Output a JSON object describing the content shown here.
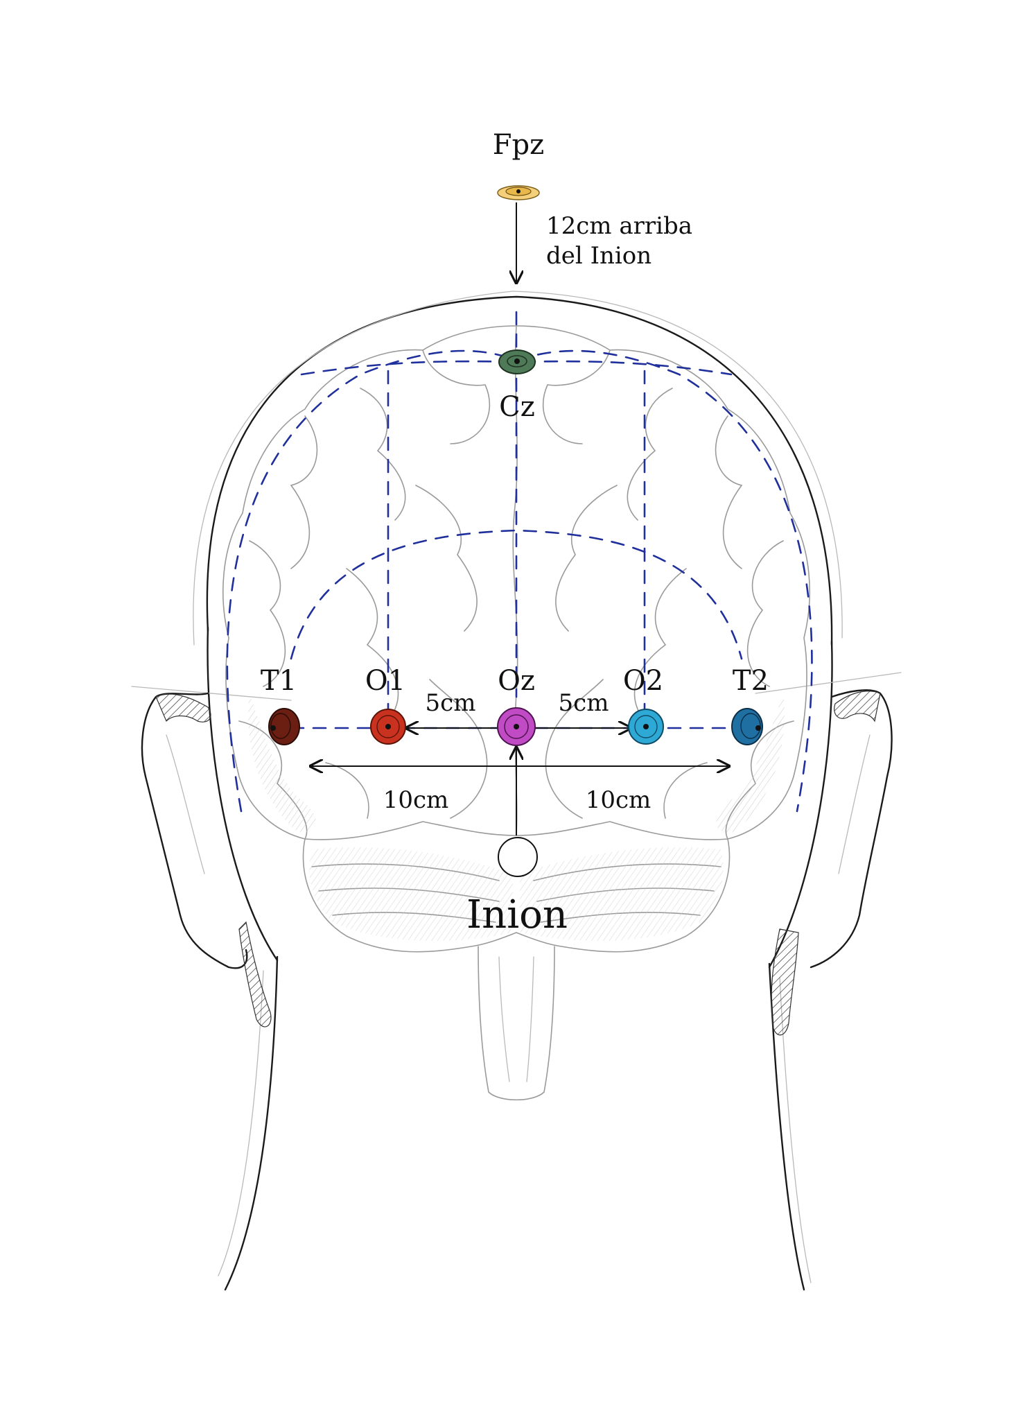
{
  "diagram": {
    "fpz_label": "Fpz",
    "fpz_note_line1": "12cm arriba",
    "fpz_note_line2": "del Inion",
    "cz_label": "Cz",
    "inion_label": "Inion",
    "dist_o1_oz": "5cm",
    "dist_oz_o2": "5cm",
    "dist_left": "10cm",
    "dist_right": "10cm",
    "electrodes": [
      {
        "id": "fpz",
        "label": "Fpz",
        "color": "#e8b94a"
      },
      {
        "id": "cz",
        "label": "Cz",
        "color": "#4f7a57"
      },
      {
        "id": "t1",
        "label": "T1",
        "color": "#6b1f12"
      },
      {
        "id": "o1",
        "label": "O1",
        "color": "#c8321e"
      },
      {
        "id": "oz",
        "label": "Oz",
        "color": "#c14bc4"
      },
      {
        "id": "o2",
        "label": "O2",
        "color": "#2ea9d6"
      },
      {
        "id": "t2",
        "label": "T2",
        "color": "#1f6fa3"
      }
    ],
    "guide_color": "#1f2f9c"
  }
}
